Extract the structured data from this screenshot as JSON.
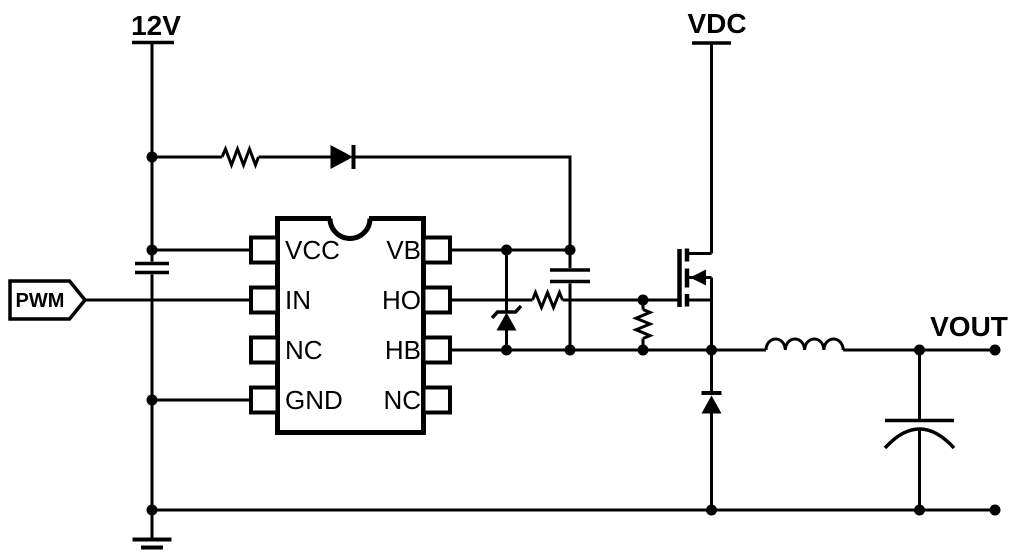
{
  "colors": {
    "ink": "#000000",
    "background": "#ffffff"
  },
  "labels": {
    "supply_left": "12V",
    "supply_right": "VDC",
    "output": "VOUT",
    "input": "PWM"
  },
  "ic": {
    "left_pins": [
      "VCC",
      "IN",
      "NC",
      "GND"
    ],
    "right_pins": [
      "VB",
      "HO",
      "HB",
      "NC"
    ]
  }
}
